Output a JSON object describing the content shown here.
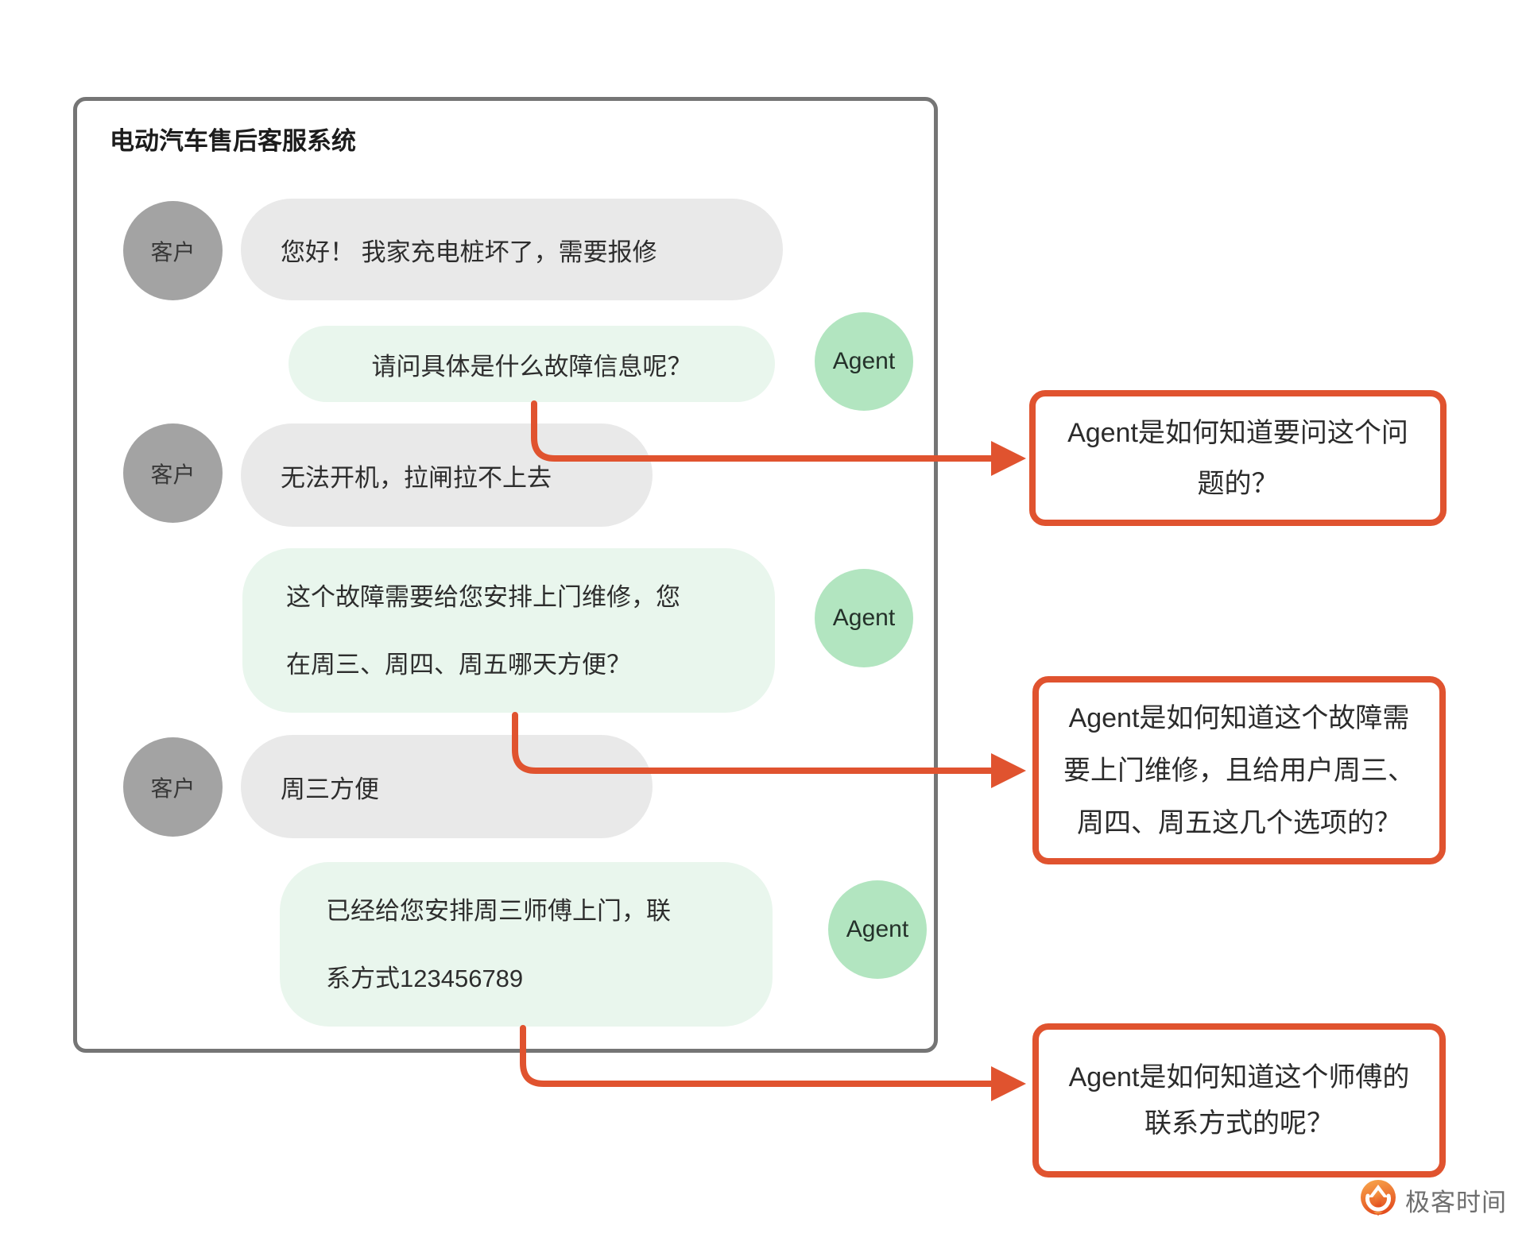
{
  "panel": {
    "title": "电动汽车售后客服系统"
  },
  "chat": {
    "customer_label": "客户",
    "agent_label": "Agent",
    "messages": [
      {
        "role": "customer",
        "lines": [
          "您好！ 我家充电桩坏了，需要报修"
        ]
      },
      {
        "role": "agent",
        "lines": [
          "请问具体是什么故障信息呢？"
        ]
      },
      {
        "role": "customer",
        "lines": [
          "无法开机，拉闸拉不上去"
        ]
      },
      {
        "role": "agent",
        "lines": [
          "这个故障需要给您安排上门维修，您",
          "在周三、周四、周五哪天方便？"
        ]
      },
      {
        "role": "customer",
        "lines": [
          "周三方便"
        ]
      },
      {
        "role": "agent",
        "lines": [
          "已经给您安排周三师傅上门，联",
          "系方式123456789"
        ]
      }
    ]
  },
  "callouts": [
    {
      "lines": [
        "Agent是如何知道要问这个问",
        "题的？"
      ]
    },
    {
      "lines": [
        "Agent是如何知道这个故障需",
        "要上门维修，且给用户周三、",
        "周四、周五这几个选项的？"
      ]
    },
    {
      "lines": [
        "Agent是如何知道这个师傅的",
        "联系方式的呢？"
      ]
    }
  ],
  "footer": {
    "brand": "极客时间"
  },
  "colors": {
    "accent_orange": "#e0532f",
    "panel_border": "#757575",
    "customer_bubble": "#e9e9e9",
    "customer_avatar": "#a3a3a3",
    "agent_bubble": "#e9f6ed",
    "agent_avatar": "#b2e5c0",
    "text": "#2d2d2d",
    "brand_text": "#6e6e6e"
  }
}
